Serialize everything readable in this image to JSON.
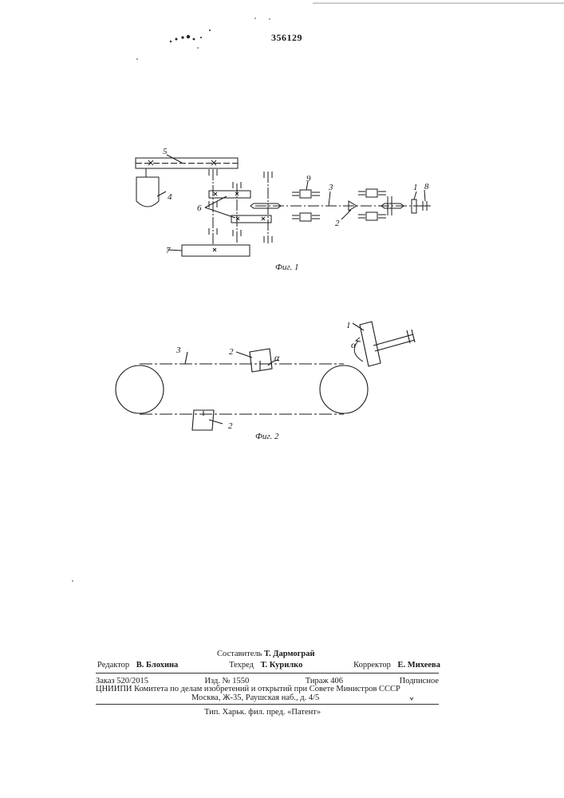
{
  "header": {
    "patent_number": "356129"
  },
  "figure1": {
    "caption": "Фиг. 1",
    "labels": {
      "l1": "1",
      "l2": "2",
      "l3": "3",
      "l4": "4",
      "l5": "5",
      "l6": "6",
      "l7": "7",
      "l8": "8",
      "l9": "9"
    }
  },
  "figure2": {
    "caption": "Фиг. 2",
    "labels": {
      "l1": "1",
      "l2_top": "2",
      "l2_bottom": "2",
      "l3": "3",
      "alpha_belt": "α",
      "alpha_tool": "α"
    }
  },
  "imprint": {
    "compiler_label": "Составитель",
    "compiler_name": "Т. Дармограй",
    "editor_label": "Редактор",
    "editor_name": "В. Блохина",
    "techred_label": "Техред",
    "techred_name": "Т. Курилко",
    "corrector_label": "Корректор",
    "corrector_name": "Е. Михеева",
    "order": "Заказ 520/2015",
    "edition": "Изд. № 1550",
    "circulation": "Тираж 406",
    "subscription": "Подписное",
    "organization": "ЦНИИПИ Комитета по делам изобретений и открытий при Совете Министров СССР",
    "address": "Москва, Ж-35, Раушская наб., д. 4/5",
    "printer": "Тип. Харьк. фил. пред. «Патент»"
  }
}
